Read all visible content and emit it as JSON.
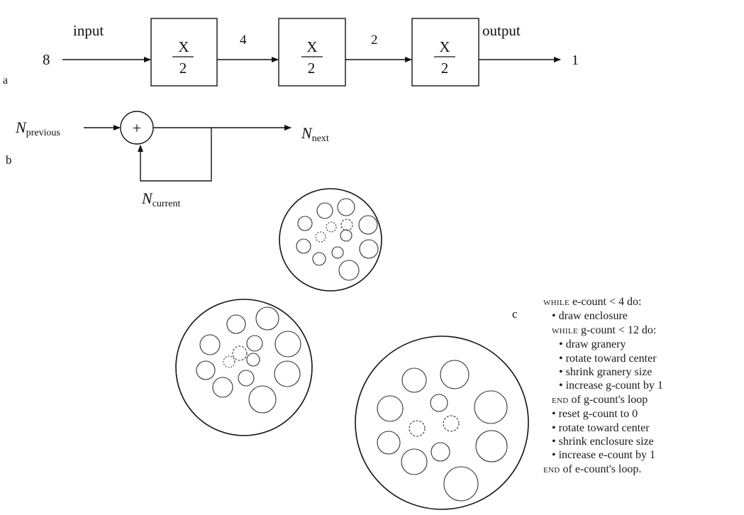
{
  "panel_a": {
    "label": "a",
    "input_value": "8",
    "input_label": "input",
    "output_label": "output",
    "output_value": "1",
    "between": [
      "4",
      "2"
    ],
    "blocks": [
      {
        "numerator": "X",
        "denominator": "2"
      },
      {
        "numerator": "X",
        "denominator": "2"
      },
      {
        "numerator": "X",
        "denominator": "2"
      }
    ]
  },
  "panel_b": {
    "label": "b",
    "operator": "+",
    "n_prev": {
      "base": "N",
      "sub": "previous"
    },
    "n_next": {
      "base": "N",
      "sub": "next"
    },
    "n_curr": {
      "base": "N",
      "sub": "current"
    }
  },
  "panel_c": {
    "label": "c",
    "code": [
      {
        "kw": "WHILE",
        "rest": " e-count < 4 do:",
        "indent": 0
      },
      {
        "kw": "",
        "rest": "• draw enclosure",
        "indent": 1
      },
      {
        "kw": "WHILE",
        "rest": " g-count < 12 do:",
        "indent": 1
      },
      {
        "kw": "",
        "rest": "• draw granery",
        "indent": 2
      },
      {
        "kw": "",
        "rest": "• rotate toward center",
        "indent": 2
      },
      {
        "kw": "",
        "rest": "• shrink granery size",
        "indent": 2
      },
      {
        "kw": "",
        "rest": "• increase g-count by 1",
        "indent": 2
      },
      {
        "kw": "END",
        "rest": " of g-count's loop",
        "indent": 1
      },
      {
        "kw": "",
        "rest": "• reset g-count to 0",
        "indent": 1
      },
      {
        "kw": "",
        "rest": "• rotate toward center",
        "indent": 1
      },
      {
        "kw": "",
        "rest": "• shrink enclosure size",
        "indent": 1
      },
      {
        "kw": "",
        "rest": "• increase e-count by 1",
        "indent": 1
      },
      {
        "kw": "END",
        "rest": " of e-count's loop.",
        "indent": 0
      }
    ]
  }
}
